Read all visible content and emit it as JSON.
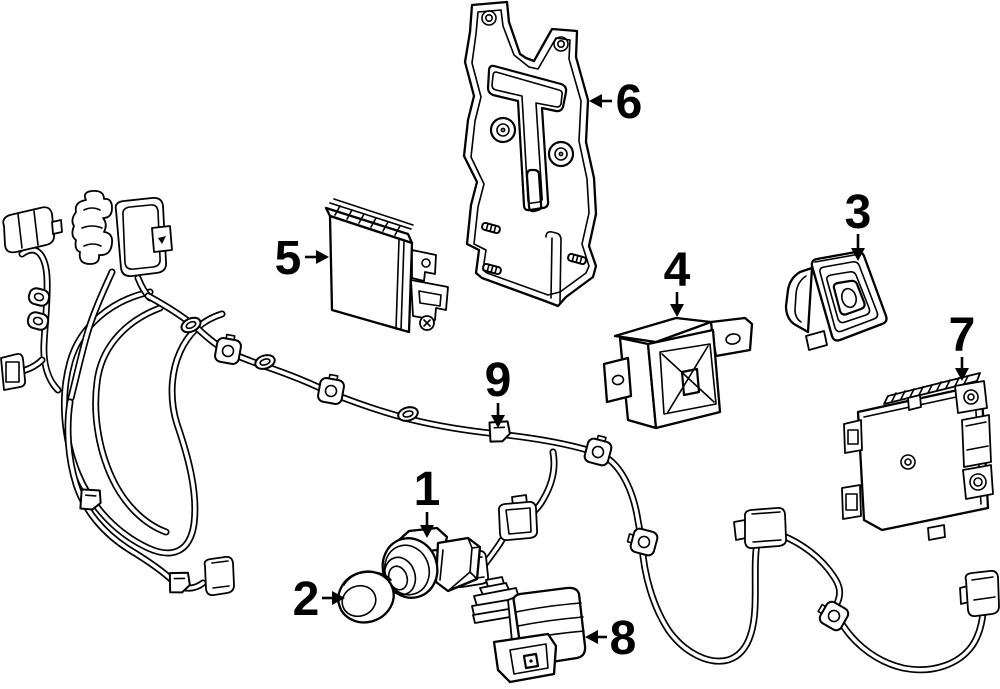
{
  "diagram": {
    "background_color": "#ffffff",
    "line_color": "#000000",
    "callouts": [
      {
        "number": "1",
        "arrow_direction": "down"
      },
      {
        "number": "2",
        "arrow_direction": "right"
      },
      {
        "number": "3",
        "arrow_direction": "down"
      },
      {
        "number": "4",
        "arrow_direction": "down"
      },
      {
        "number": "5",
        "arrow_direction": "right"
      },
      {
        "number": "6",
        "arrow_direction": "left"
      },
      {
        "number": "7",
        "arrow_direction": "down"
      },
      {
        "number": "8",
        "arrow_direction": "left"
      },
      {
        "number": "9",
        "arrow_direction": "down"
      }
    ]
  }
}
